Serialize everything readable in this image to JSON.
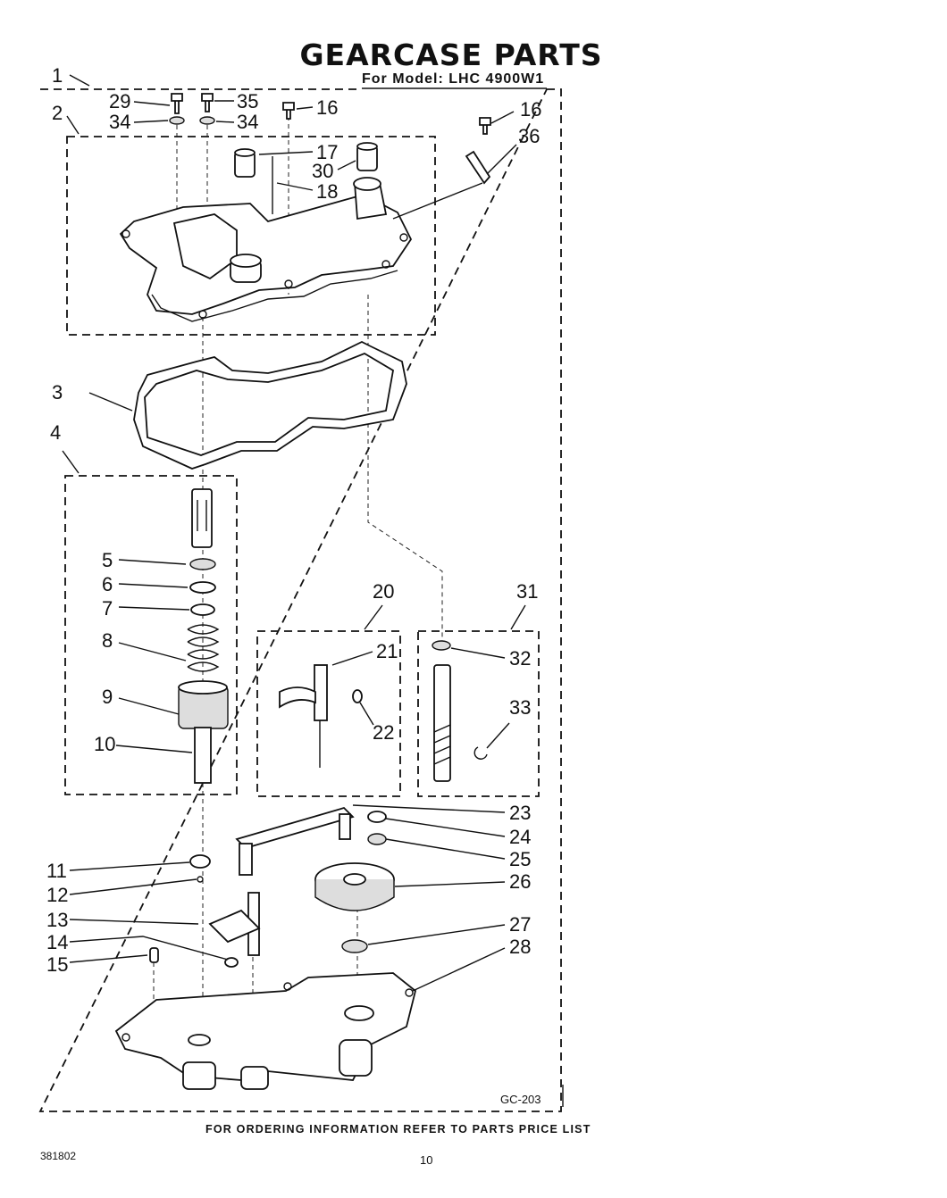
{
  "header": {
    "title": "GEARCASE PARTS",
    "subtitle": "For Model: LHC 4900W1"
  },
  "footer": {
    "ordering_note": "FOR ORDERING INFORMATION REFER TO PARTS PRICE LIST",
    "document_number": "381802",
    "page_number": "10",
    "diagram_code": "GC-203"
  },
  "callouts": [
    "1",
    "2",
    "3",
    "4",
    "5",
    "6",
    "7",
    "8",
    "9",
    "10",
    "11",
    "12",
    "13",
    "14",
    "15",
    "16",
    "16",
    "17",
    "18",
    "20",
    "21",
    "22",
    "23",
    "24",
    "25",
    "26",
    "27",
    "28",
    "29",
    "30",
    "31",
    "32",
    "33",
    "34",
    "34",
    "35",
    "36"
  ]
}
